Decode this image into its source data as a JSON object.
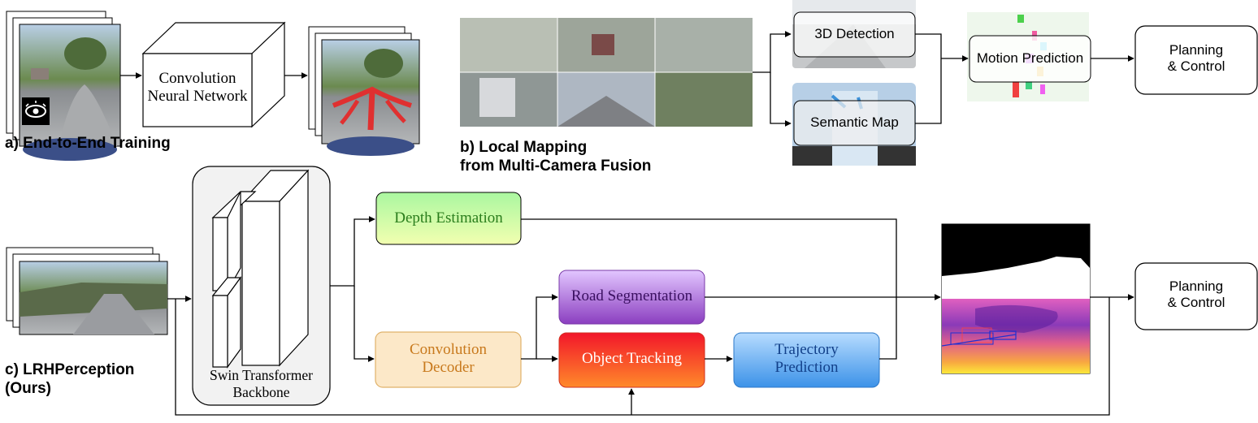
{
  "panel_a": {
    "caption": "a) End-to-End Training",
    "cnn_label": "Convolution\nNeural Network"
  },
  "panel_b": {
    "caption": "b) Local Mapping\nfrom Multi-Camera Fusion",
    "detection_label": "3D Detection",
    "semantic_map_label": "Semantic Map",
    "motion_label": "Motion Prediction",
    "planning_label": "Planning\n& Control"
  },
  "panel_c": {
    "caption": "c) LRHPerception\n(Ours)",
    "backbone_label": "Swin Transformer\nBackbone",
    "depth_label": "Depth Estimation",
    "decoder_label": "Convolution\nDecoder",
    "road_label": "Road Segmentation",
    "tracking_label": "Object Tracking",
    "trajectory_label": "Trajectory\nPrediction",
    "planning_label": "Planning\n& Control"
  },
  "colors": {
    "depth_grad": [
      "#aaf7a0",
      "#f2ffb0"
    ],
    "depth_text": "#2a7d1c",
    "decoder_fill": "#fce8c8",
    "decoder_text": "#c8791c",
    "road_grad": [
      "#e1c3ff",
      "#8a3ec0"
    ],
    "tracking_grad": [
      "#f21a2a",
      "#ff8a2a"
    ],
    "trajectory_grad": [
      "#b3d9ff",
      "#3c92e8"
    ],
    "trajectory_text": "#12408a"
  }
}
